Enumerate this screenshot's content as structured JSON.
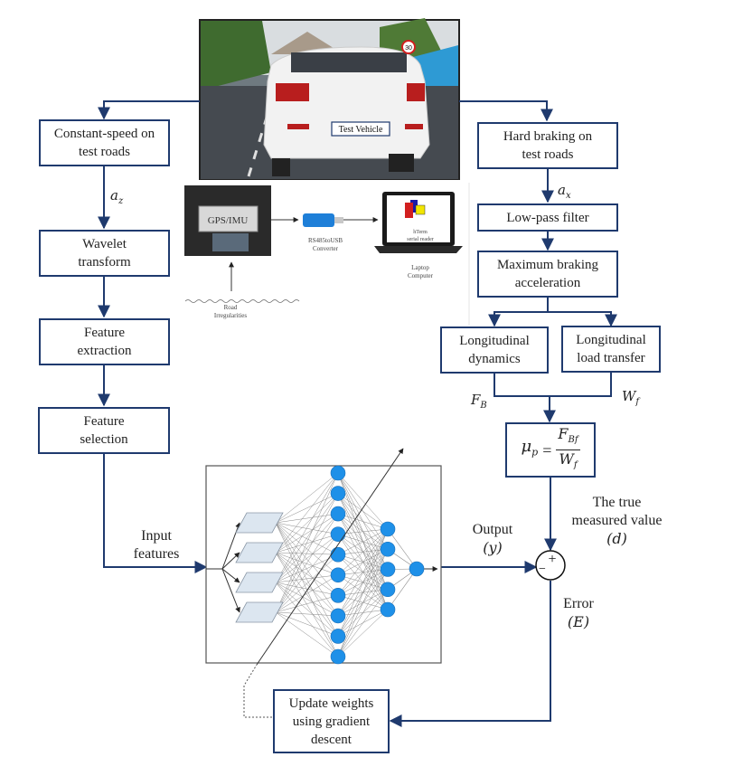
{
  "photo": {
    "caption": "Test Vehicle",
    "speed_sign": "30"
  },
  "hardware": {
    "gps_imu_label": "GPS/IMU",
    "converter_label": "RS485toUSB\nConverter",
    "laptop_screen_label": "hTerm\nserial reader",
    "laptop_label": "Laptop\nComputer",
    "road_label": "Road\nIrregularities"
  },
  "left_branch": {
    "boxes": [
      {
        "label": "Constant-speed on\ntest roads"
      },
      {
        "label": "Wavelet\ntransform"
      },
      {
        "label": "Feature\nextraction"
      },
      {
        "label": "Feature\nselection"
      }
    ],
    "signal_label": "a",
    "signal_sub": "z",
    "input_label": "Input\nfeatures"
  },
  "right_branch": {
    "boxes": [
      {
        "label": "Hard braking on\ntest roads"
      },
      {
        "label": "Low-pass filter"
      },
      {
        "label": "Maximum braking\nacceleration"
      },
      {
        "label": "Longitudinal\ndynamics"
      },
      {
        "label": "Longitudinal\nload transfer"
      }
    ],
    "signal_label": "a",
    "signal_sub": "x",
    "fb_label": "F",
    "fb_sub": "B",
    "wf_label": "W",
    "wf_sub": "f",
    "formula": {
      "lhs": "μ",
      "lhs_sub": "p",
      "eq": "=",
      "num": "F",
      "num_sub": "Bf",
      "den": "W",
      "den_sub": "f"
    }
  },
  "network": {
    "input_nodes": 4,
    "hidden1_nodes": 10,
    "hidden2_nodes": 5,
    "output_nodes": 1,
    "node_color": "#1e90e8"
  },
  "summing": {
    "output_label": "Output",
    "output_symbol": "(y)",
    "true_label": "The true\nmeasured value",
    "true_symbol": "(d)",
    "error_label": "Error",
    "error_symbol": "(E)",
    "plus": "+",
    "minus": "−"
  },
  "update_box": {
    "label": "Update weights\nusing gradient\ndescent"
  },
  "colors": {
    "line": "#1f3a6e",
    "box_border": "#1f3a6e"
  }
}
